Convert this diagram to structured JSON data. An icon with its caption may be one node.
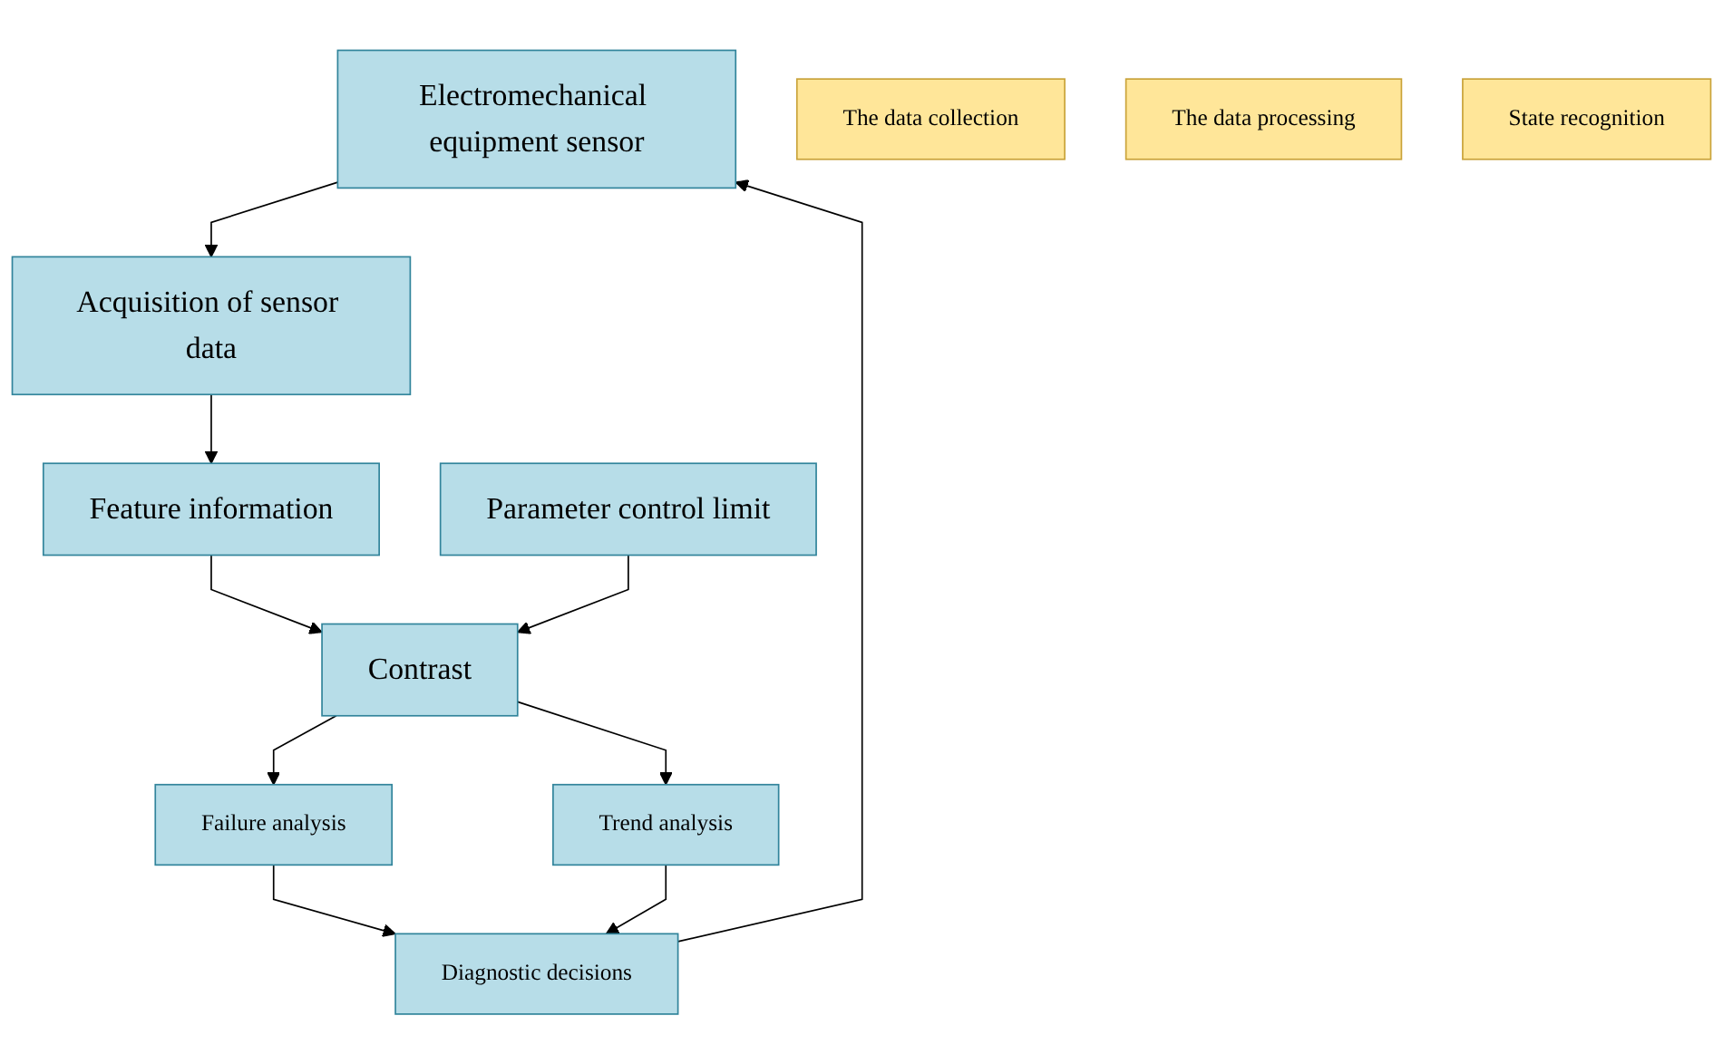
{
  "diagram": {
    "nodes": [
      {
        "text": [
          "Electromechanical equipment sensor"
        ]
      },
      {
        "text": [
          "The data collection"
        ]
      },
      {
        "text": [
          "Acquisition of sensor data"
        ]
      },
      {
        "text": [
          "The data processing"
        ]
      },
      {
        "text": [
          "Feature information"
        ]
      },
      {
        "text": [
          "State recognition"
        ]
      },
      {
        "text": [
          "Parameter control limit"
        ]
      },
      {
        "text": [
          "Contrast"
        ]
      },
      {
        "text": [
          "Failure analysis"
        ]
      },
      {
        "text": [
          "Trend analysis"
        ]
      },
      {
        "text": [
          "Diagnostic decisions"
        ]
      }
    ],
    "edges": [
      {
        "from": 0,
        "to": 2,
        "arrow": "to"
      },
      {
        "from": 2,
        "to": 4,
        "arrow": "to"
      },
      {
        "from": 4,
        "to": 7,
        "arrow": "to"
      },
      {
        "from": 6,
        "to": 7,
        "arrow": "to"
      },
      {
        "from": 7,
        "to": 8,
        "arrow": "to"
      },
      {
        "from": 7,
        "to": 9,
        "arrow": "to"
      },
      {
        "from": 8,
        "to": 10,
        "arrow": "to"
      },
      {
        "from": 9,
        "to": 10,
        "arrow": "to"
      },
      {
        "from": 10,
        "to": 0,
        "arrow": "to"
      }
    ]
  }
}
